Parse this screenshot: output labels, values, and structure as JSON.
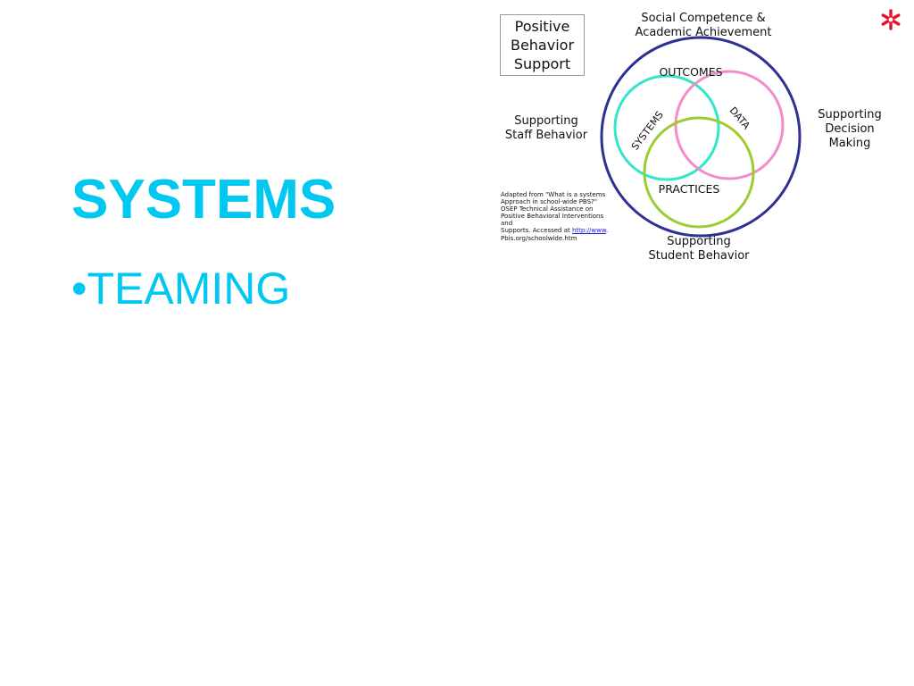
{
  "slide": {
    "title": "SYSTEMS",
    "bullet_marker": "•",
    "bullets": [
      "TEAMING"
    ]
  },
  "diagram": {
    "box": {
      "line1": "Positive",
      "line2": "Behavior",
      "line3": "Support"
    },
    "top_label": {
      "line1": "Social Competence &",
      "line2": "Academic Achievement"
    },
    "left_label": {
      "line1": "Supporting",
      "line2": "Staff Behavior"
    },
    "right_label": {
      "line1": "Supporting",
      "line2": "Decision",
      "line3": "Making"
    },
    "bottom_label": {
      "line1": "Supporting",
      "line2": "Student Behavior"
    },
    "outer_label": "OUTCOMES",
    "circles": {
      "systems": "SYSTEMS",
      "data": "DATA",
      "practices": "PRACTICES"
    },
    "credit": {
      "text_lines": [
        "Adapted from \"What is a systems",
        "Approach in school-wide PBS?\"",
        "OSEP Technical Assistance on",
        "Positive Behavioral Interventions and"
      ],
      "accessed_prefix": "Supports. Accessed at ",
      "link_text": "http://www",
      "link_suffix": ".",
      "last_line": "Pbis.org/schoolwide.htm"
    },
    "colors": {
      "outer_circle": "#2e3192",
      "systems_circle": "#33e6c8",
      "data_circle": "#f28cc8",
      "practices_circle": "#9acd32",
      "accent_icon": "#e8102a",
      "title_color": "#00c8f0"
    }
  },
  "icons": {
    "corner": "asterisk-icon"
  }
}
